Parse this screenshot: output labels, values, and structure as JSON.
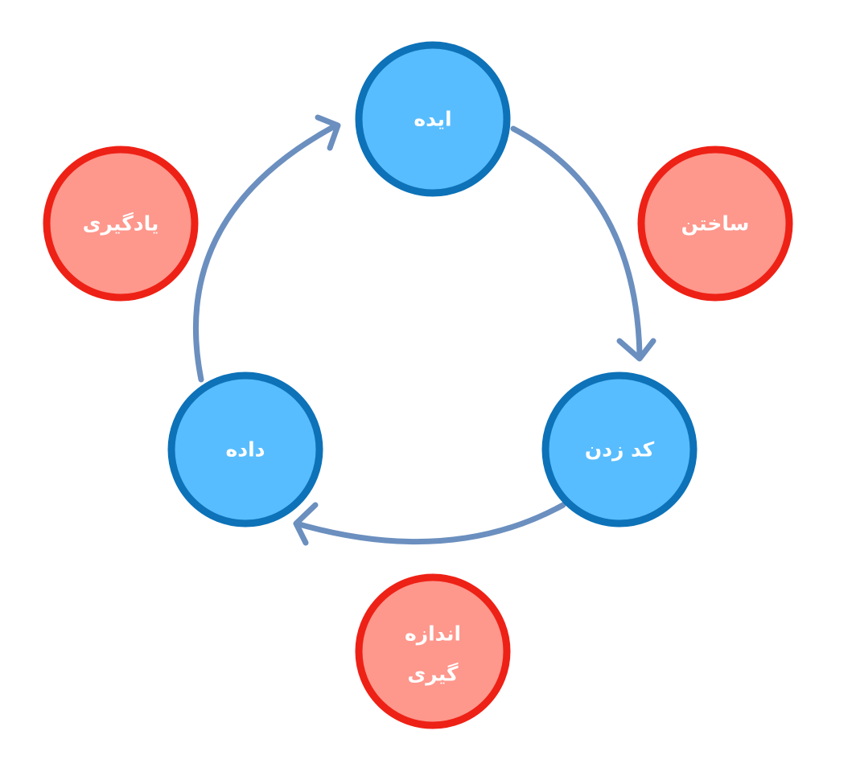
{
  "diagram": {
    "colors": {
      "arc": "#6b8fbf",
      "cycle_fill": "#58bdfe",
      "cycle_stroke": "#0d72b8",
      "phase_fill": "#fe978c",
      "phase_stroke": "#ee2116",
      "label": "#ffffff"
    },
    "cycle_nodes": [
      {
        "id": "idea",
        "label": "ایده"
      },
      {
        "id": "code",
        "label": "کد زدن"
      },
      {
        "id": "data",
        "label": "داده"
      }
    ],
    "phase_nodes": [
      {
        "id": "build",
        "label_lines": [
          "ساختن"
        ]
      },
      {
        "id": "measure",
        "label_lines": [
          "اندازه",
          "گیری"
        ]
      },
      {
        "id": "learn",
        "label_lines": [
          "یادگیری"
        ]
      }
    ],
    "arrows": [
      {
        "from": "idea",
        "to": "code"
      },
      {
        "from": "code",
        "to": "data"
      },
      {
        "from": "data",
        "to": "idea"
      }
    ]
  }
}
